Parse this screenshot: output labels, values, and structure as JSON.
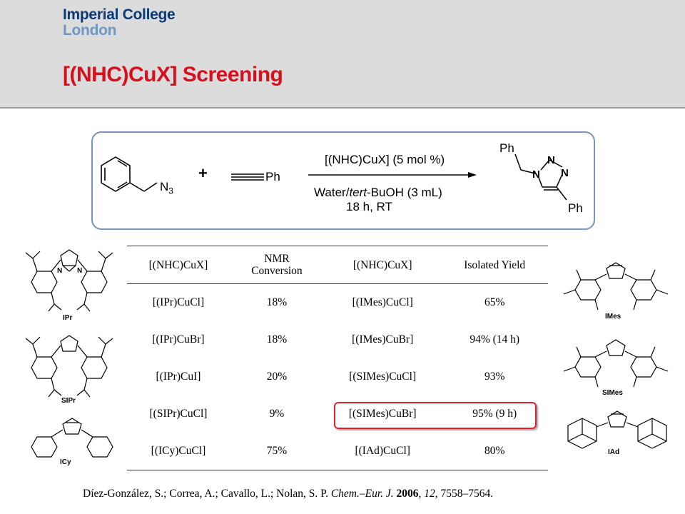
{
  "header": {
    "logo_line1": "Imperial College",
    "logo_line2": "London",
    "title": "[(NHC)CuX] Screening"
  },
  "scheme": {
    "azide_label": "N3",
    "plus": "+",
    "alkyne_label": "Ph",
    "catalyst": "[(NHC)CuX] (5 mol %)",
    "solvent": "Water/tert-BuOH (3 mL)",
    "conditions": "18 h, RT",
    "product_ph_top": "Ph",
    "product_ph_bottom": "Ph",
    "atoms": {
      "n1": "N",
      "n2": "N",
      "n3": "N"
    }
  },
  "ligands": {
    "ipr": "IPr",
    "sipr": "SIPr",
    "icy": "ICy",
    "imes": "IMes",
    "simes": "SIMes",
    "iad": "IAd",
    "n": "N"
  },
  "table": {
    "headers": [
      "[(NHC)CuX]",
      "NMR Conversion",
      "[(NHC)CuX]",
      "Isolated Yield"
    ],
    "rows": [
      [
        "[(IPr)CuCl]",
        "18%",
        "[(IMes)CuCl]",
        "65%"
      ],
      [
        "[(IPr)CuBr]",
        "18%",
        "[(IMes)CuBr]",
        "94% (14 h)"
      ],
      [
        "[(IPr)CuI]",
        "20%",
        "[(SIMes)CuCl]",
        "93%"
      ],
      [
        "[(SIPr)CuCl]",
        "9%",
        "[(SIMes)CuBr]",
        "95% (9 h)"
      ],
      [
        "[(ICy)CuCl]",
        "75%",
        "[(IAd)CuCl]",
        "80%"
      ]
    ]
  },
  "citation": {
    "authors": "Díez-González, S.; Correa, A.; Cavallo, L.; Nolan, S. P. ",
    "journal": "Chem.–Eur. J.",
    "year": "2006",
    "volume": "12",
    "pages": ", 7558–7564."
  },
  "colors": {
    "title": "#d80f1c",
    "logo_dark": "#0a3a78",
    "logo_light": "#6f97c3",
    "box_border": "#7b93b6",
    "highlight": "#e0202c"
  }
}
